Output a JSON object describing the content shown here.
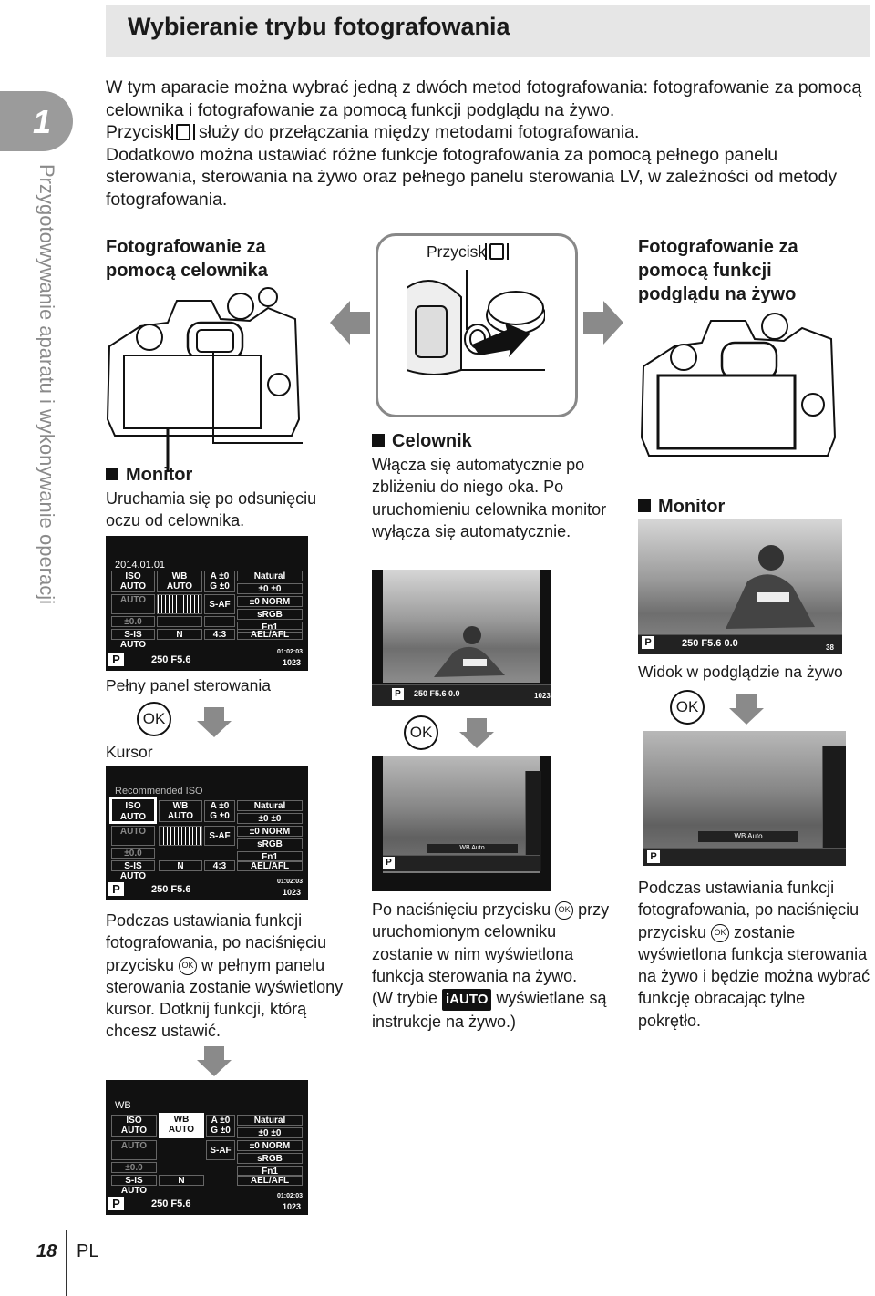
{
  "header": {
    "title": "Wybieranie trybu fotografowania"
  },
  "chapter": {
    "number": "1",
    "side_label": "Przygotowywanie aparatu i wykonywanie operacji"
  },
  "footer": {
    "page": "18",
    "lang": "PL"
  },
  "intro": {
    "p1": "W tym aparacie można wybrać jedną z dwóch metod fotografowania: fotografowanie za pomocą celownika i fotografowanie za pomocą funkcji podglądu na żywo.",
    "p2a": "Przycisk",
    "p2b": "służy do przełączania między metodami fotografowania.",
    "p3": "Dodatkowo można ustawiać różne funkcje fotografowania za pomocą pełnego panelu sterowania, sterowania na żywo oraz pełnego panelu sterowania LV, w zależności od metody fotografowania."
  },
  "left": {
    "heading": "Fotografowanie za pomocą celownika",
    "bullet": "Monitor",
    "bullet_text": "Uruchamia się po odsunięciu oczu od celownika.",
    "panel_caption": "Pełny panel sterowania",
    "ok": "OK",
    "cursor_label": "Kursor",
    "desc": "Podczas ustawiania funkcji fotografowania, po naciśnięciu przycisku",
    "desc2": "w pełnym panelu sterowania zostanie wyświetlony kursor. Dotknij funkcji, którą chcesz ustawić."
  },
  "middle": {
    "button_label": "Przycisk",
    "bullet": "Celownik",
    "bullet_text": "Włącza się automatycznie po zbliżeniu do niego oka. Po uruchomieniu celownika monitor wyłącza się automatycznie.",
    "ok": "OK",
    "desc1": "Po naciśnięciu przycisku",
    "desc2": "przy uruchomionym celowniku zostanie w nim wyświetlona funkcja sterowania na żywo.",
    "desc3a": "(W trybie",
    "desc3_badge": "iAUTO",
    "desc3b": "wyświetlane są instrukcje na żywo.)",
    "vf_bottom": "250 F5.6  0.0",
    "vf_label": "WB Auto"
  },
  "right": {
    "heading": "Fotografowanie za pomocą funkcji podglądu na żywo",
    "bullet": "Monitor",
    "caption": "Widok w podglądzie na żywo",
    "ok": "OK",
    "desc": "Podczas ustawiania funkcji fotografowania, po naciśnięciu przycisku",
    "desc2": "zostanie wyświetlona funkcja sterowania na żywo i będzie można wybrać funkcję obracając tylne pokrętło.",
    "lv_bottom": "250  F5.6  0.0",
    "lv_count": "38",
    "lv_label": "WB Auto"
  },
  "panel": {
    "date": "2014.01.01",
    "rec_iso": "Recommended ISO",
    "wb_header": "WB",
    "iso": "ISO",
    "auto": "AUTO",
    "wb": "WB",
    "a0": "A ±0",
    "g0": "G ±0",
    "natural": "Natural",
    "sharp": "±0",
    "contrast": "±0",
    "sat": "±0",
    "norm": "NORM",
    "srgb": "sRGB",
    "saf": "S-AF",
    "flash": "±0.0",
    "fn1": "Fn1",
    "sis": "S-IS AUTO",
    "ln": "N",
    "ratio": "4:3",
    "ael": "AEL/AFL",
    "mode": "P",
    "shutter": "250",
    "aperture": "F5.6",
    "time": "01:02:03",
    "count": "1023"
  }
}
